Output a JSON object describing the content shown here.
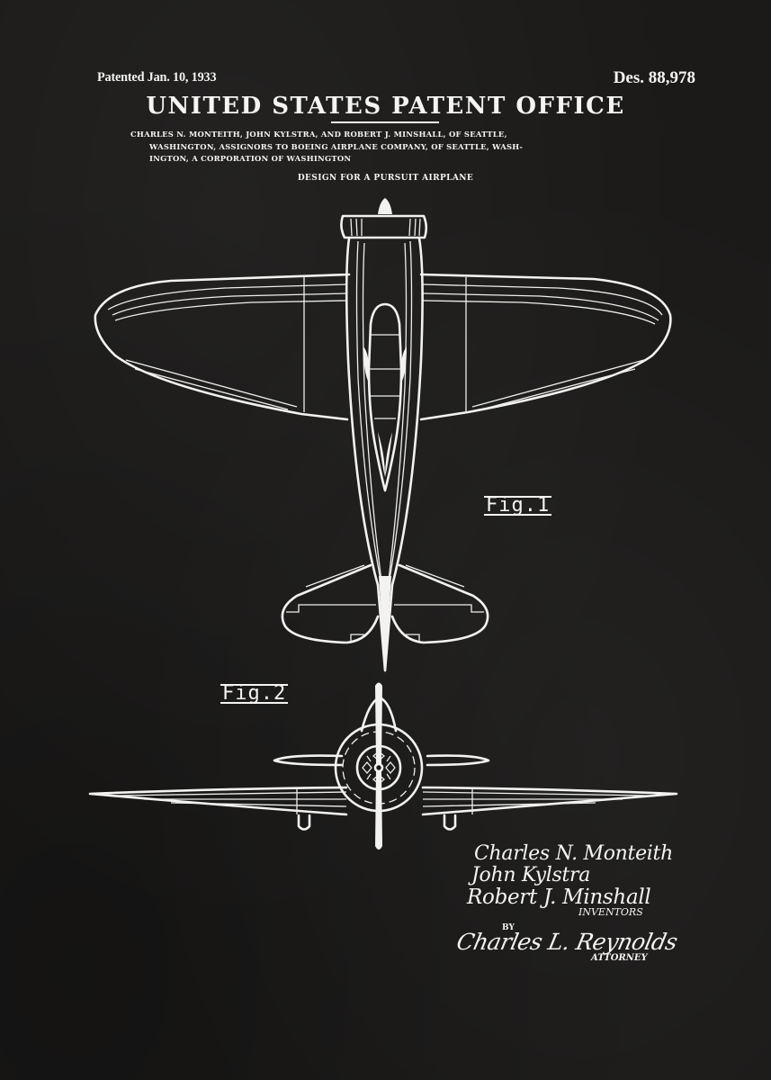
{
  "header": {
    "patented_date": "Patented Jan. 10, 1933",
    "design_number": "Des. 88,978",
    "office_title": "UNITED STATES PATENT OFFICE",
    "inventors_line_1": "CHARLES N. MONTEITH, JOHN KYLSTRA, AND ROBERT J. MINSHALL, OF SEATTLE,",
    "inventors_line_2": "WASHINGTON, ASSIGNORS TO BOEING AIRPLANE COMPANY, OF SEATTLE, WASH-",
    "inventors_line_3": "INGTON, A CORPORATION OF WASHINGTON",
    "design_title": "DESIGN FOR A PURSUIT AIRPLANE"
  },
  "figures": {
    "fig1_label": "Fig.1",
    "fig1_view": "top view of airplane",
    "fig2_label": "Fig.2",
    "fig2_view": "front view of airplane"
  },
  "signatures": {
    "inventor_1": "Charles N. Monteith",
    "inventor_2": "John Kylstra",
    "inventor_3": "Robert J. Minshall",
    "inventors_label": "INVENTORS",
    "by_label": "BY",
    "attorney_signature": "Charles L. Reynolds",
    "attorney_label": "ATTORNEY"
  },
  "colors": {
    "background": "#1b1a19",
    "ink": "#f2f2f0"
  }
}
